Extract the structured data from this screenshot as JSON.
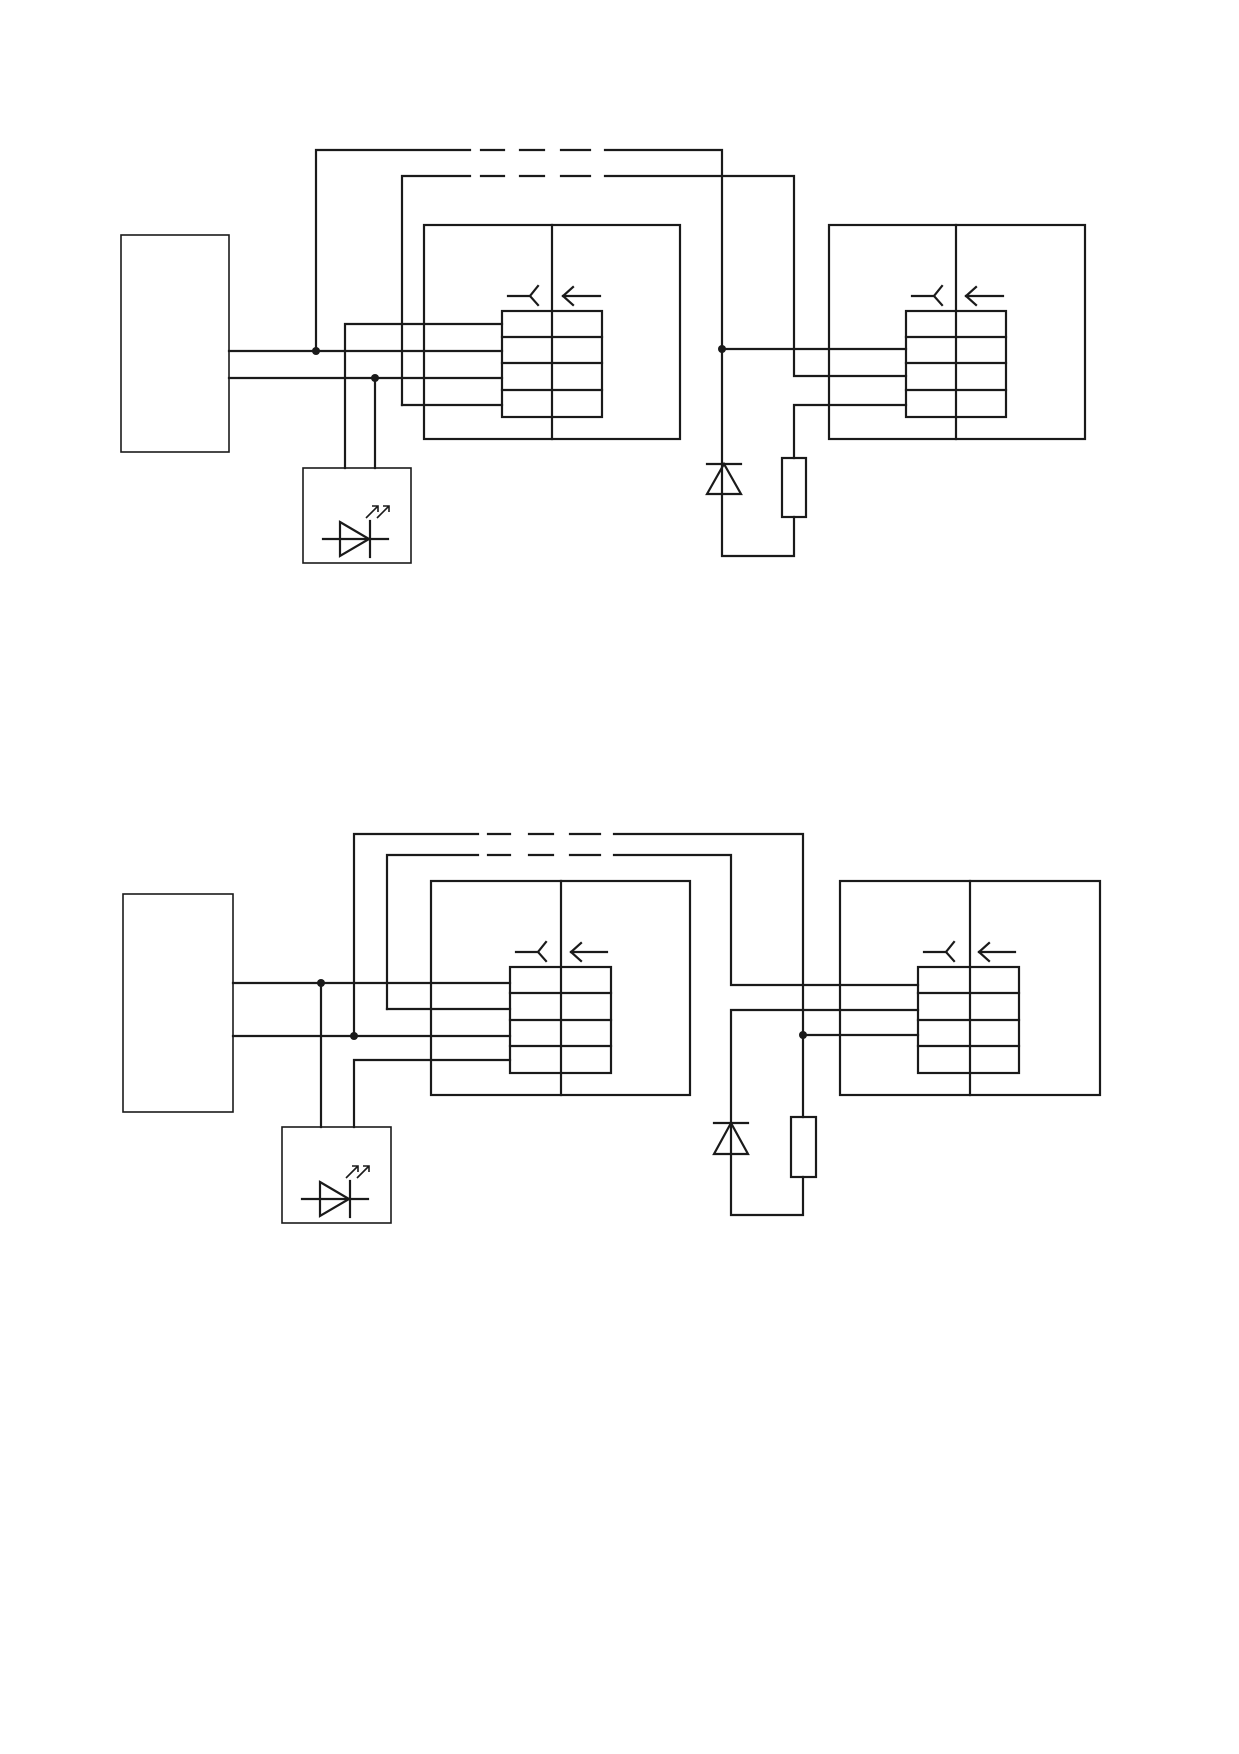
{
  "page": {
    "background": "#ffffff",
    "stroke": "#1a1a1a"
  },
  "diagrams": [
    {
      "id": "top",
      "components": [
        "block",
        "connector",
        "connector",
        "led-module",
        "diode",
        "resistor"
      ],
      "dashed_cables": 2
    },
    {
      "id": "bottom",
      "components": [
        "block",
        "connector",
        "connector",
        "led-module",
        "diode",
        "resistor"
      ],
      "dashed_cables": 2
    }
  ]
}
